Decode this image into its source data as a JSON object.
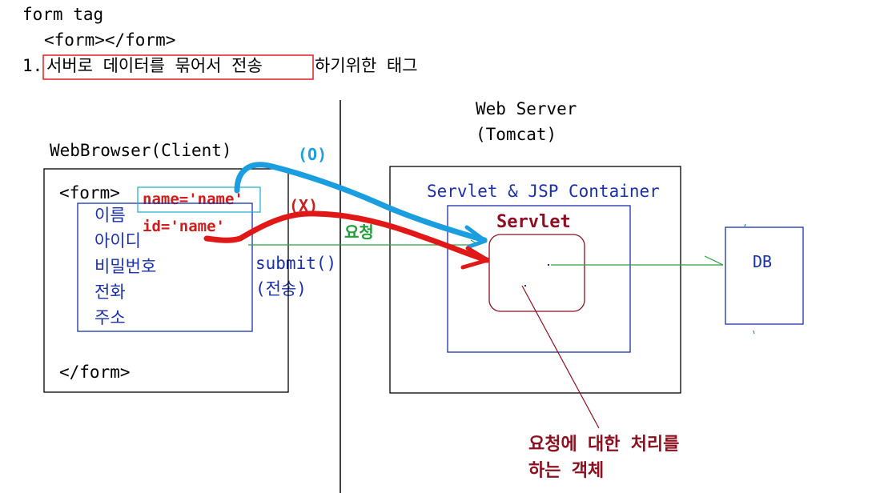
{
  "header": {
    "line1": "form tag",
    "line2": "<form></form>",
    "line3_num": "1.",
    "line3_boxed": "서버로 데이터를 묶어서 전송",
    "line3_rest": "하기위한 태그"
  },
  "client": {
    "title": "WebBrowser(Client)",
    "form_open": "<form>",
    "form_close": "</form>",
    "fields": [
      "이름",
      "아이디",
      "비밀번호",
      "전화",
      "주소"
    ],
    "attr_name": "name='name'",
    "attr_id": "id='name'"
  },
  "annotations": {
    "ok_mark": "(O)",
    "x_mark": "(X)",
    "request": "요청",
    "submit": "submit()",
    "submit_ko": "(전송)"
  },
  "server": {
    "title_line1": "Web Server",
    "title_line2": "(Tomcat)",
    "container": "Servlet & JSP Container",
    "servlet": "Servlet",
    "db": "DB",
    "note_line1": "요청에 대한 처리를",
    "note_line2": "하는 객체"
  },
  "colors": {
    "blue_arrow": "#1a9ee0",
    "red_arrow": "#e01818",
    "green_line": "#2aa040",
    "container_blue": "#1a2fa8",
    "servlet_maroon": "#8b1020"
  }
}
